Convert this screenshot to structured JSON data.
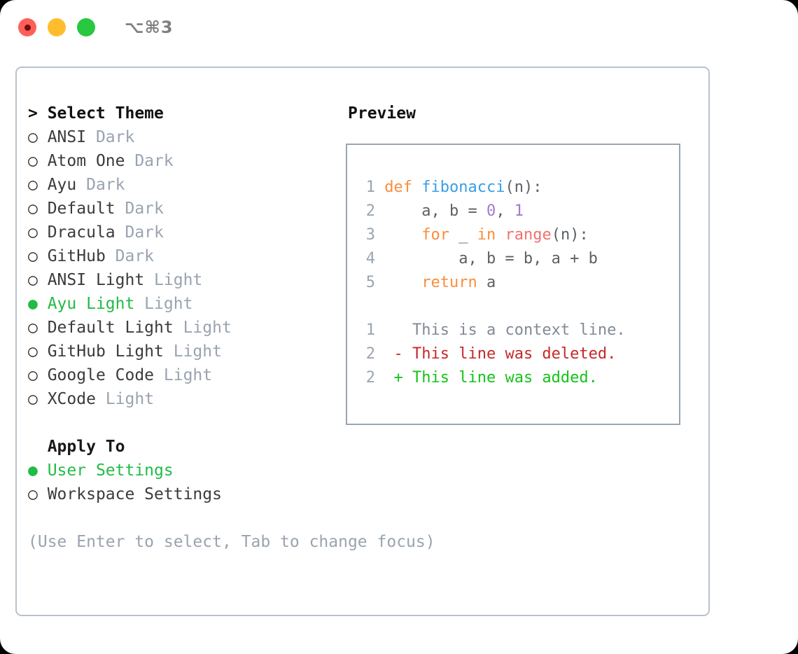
{
  "titlebar": {
    "shortcut": "⌥⌘3",
    "dots": [
      "close-dot",
      "minimize-dot",
      "maximize-dot"
    ]
  },
  "theme_list": {
    "header": "> Select Theme",
    "items": [
      {
        "marker": "○ ",
        "label": "ANSI",
        "variant": " Dark",
        "selected": false
      },
      {
        "marker": "○ ",
        "label": "Atom One",
        "variant": " Dark",
        "selected": false
      },
      {
        "marker": "○ ",
        "label": "Ayu",
        "variant": " Dark",
        "selected": false
      },
      {
        "marker": "○ ",
        "label": "Default",
        "variant": " Dark",
        "selected": false
      },
      {
        "marker": "○ ",
        "label": "Dracula",
        "variant": " Dark",
        "selected": false
      },
      {
        "marker": "○ ",
        "label": "GitHub",
        "variant": " Dark",
        "selected": false
      },
      {
        "marker": "○ ",
        "label": "ANSI Light",
        "variant": " Light",
        "selected": false
      },
      {
        "marker": "● ",
        "label": "Ayu Light",
        "variant": " Light",
        "selected": true
      },
      {
        "marker": "○ ",
        "label": "Default Light",
        "variant": " Light",
        "selected": false
      },
      {
        "marker": "○ ",
        "label": "GitHub Light",
        "variant": " Light",
        "selected": false
      },
      {
        "marker": "○ ",
        "label": "Google Code",
        "variant": " Light",
        "selected": false
      },
      {
        "marker": "○ ",
        "label": "XCode",
        "variant": " Light",
        "selected": false
      }
    ]
  },
  "apply_to": {
    "header": "  Apply To",
    "items": [
      {
        "marker": "● ",
        "label": "User Settings",
        "variant": "",
        "selected": true
      },
      {
        "marker": "○ ",
        "label": "Workspace Settings",
        "variant": "",
        "selected": false
      }
    ]
  },
  "hint": "(Use Enter to select, Tab to change focus)",
  "preview": {
    "title": "Preview",
    "code": [
      {
        "n": "1",
        "segments": [
          {
            "t": "def ",
            "c": "kw"
          },
          {
            "t": "fibonacci",
            "c": "fn"
          },
          {
            "t": "(n):",
            "c": "pl"
          }
        ]
      },
      {
        "n": "2",
        "segments": [
          {
            "t": "    a, b = ",
            "c": "pl"
          },
          {
            "t": "0",
            "c": "num"
          },
          {
            "t": ", ",
            "c": "pl"
          },
          {
            "t": "1",
            "c": "num"
          }
        ]
      },
      {
        "n": "3",
        "segments": [
          {
            "t": "    ",
            "c": "pl"
          },
          {
            "t": "for",
            "c": "kw"
          },
          {
            "t": " _ ",
            "c": "pl"
          },
          {
            "t": "in",
            "c": "kw"
          },
          {
            "t": " ",
            "c": "pl"
          },
          {
            "t": "range",
            "c": "bi"
          },
          {
            "t": "(n):",
            "c": "pl"
          }
        ]
      },
      {
        "n": "4",
        "segments": [
          {
            "t": "        a, b = b, a + b",
            "c": "pl"
          }
        ]
      },
      {
        "n": "5",
        "segments": [
          {
            "t": "    ",
            "c": "pl"
          },
          {
            "t": "return",
            "c": "kw"
          },
          {
            "t": " a",
            "c": "pl"
          }
        ]
      }
    ],
    "diff": [
      {
        "n": "1",
        "marker": "  ",
        "text": "This is a context line.",
        "kind": "diff-ctx"
      },
      {
        "n": "2",
        "marker": "- ",
        "text": "This line was deleted.",
        "kind": "diff-del"
      },
      {
        "n": "2",
        "marker": "+ ",
        "text": "This line was added.",
        "kind": "diff-add"
      }
    ]
  },
  "colors": {
    "selected_green": "#22bb44",
    "muted": "#9aa3b0",
    "border": "#b9c2cc",
    "preview_border": "#9aa5b1",
    "keyword": "#fa8d3e",
    "function": "#399ee6",
    "number": "#a37acc",
    "builtin": "#f07171",
    "diff_added": "#16c21a",
    "diff_deleted": "#c62828"
  }
}
